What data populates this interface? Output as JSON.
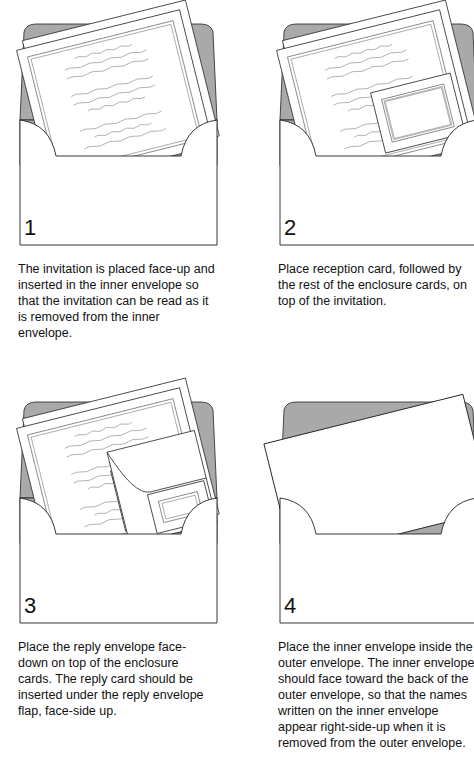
{
  "diagram": {
    "labels": [
      "1",
      "The invitation is placed face-up and inserted in the inner envelope so that the invitation can be read as it is removed from the inner envelope.",
      "2",
      "Place reception card, followed by the rest of the enclosure cards, on top of the invitation.",
      "3",
      "Place the reply envelope face-down on top of the enclosure cards. The reply card should be inserted under the reply envelope flap, face-side up.",
      "4",
      "Place the inner envelope inside the outer envelope. The inner envelope should face toward the back of the outer envelope, so that the names written on the inner envelope appear right-side-up when it is removed from the outer envelope."
    ]
  }
}
